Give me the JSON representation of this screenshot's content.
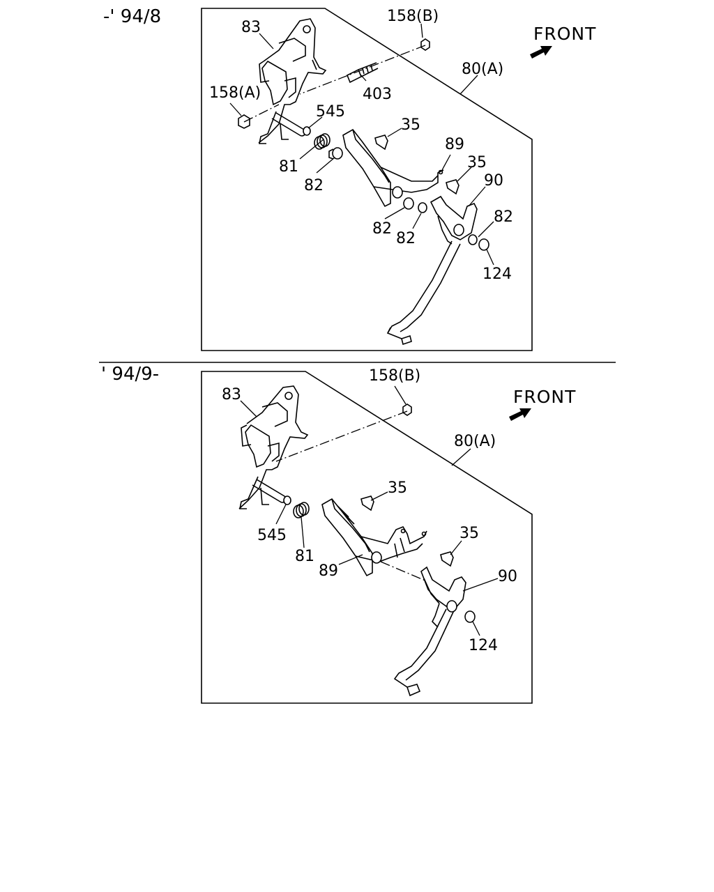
{
  "panels": [
    {
      "period": "-' 94/8",
      "front_label": "FRONT",
      "labels": {
        "p83": "83",
        "p158b": "158(B)",
        "p158a": "158(A)",
        "p403": "403",
        "p80a": "80(A)",
        "p545": "545",
        "p35a": "35",
        "p89": "89",
        "p35b": "35",
        "p90": "90",
        "p81": "81",
        "p82a": "82",
        "p82b": "82",
        "p82c": "82",
        "p82d": "82",
        "p124": "124"
      }
    },
    {
      "period": "' 94/9-",
      "front_label": "FRONT",
      "labels": {
        "p83": "83",
        "p158b": "158(B)",
        "p80a": "80(A)",
        "p35a": "35",
        "p545": "545",
        "p81": "81",
        "p89": "89",
        "p35b": "35",
        "p90": "90",
        "p124": "124"
      }
    }
  ]
}
